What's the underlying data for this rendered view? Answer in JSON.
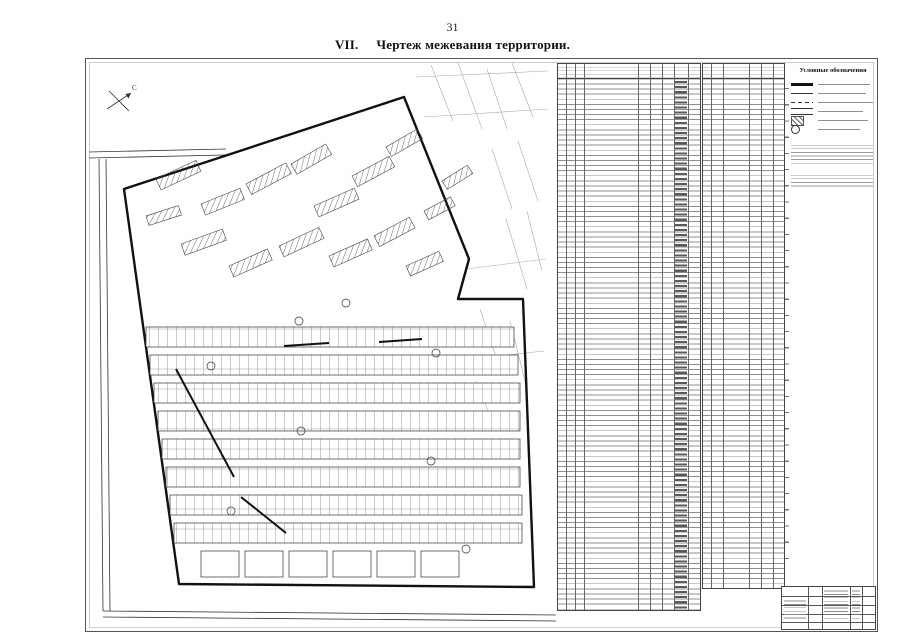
{
  "page": {
    "number": "31"
  },
  "heading": {
    "numeral": "VII.",
    "title": "Чертеж межевания территории."
  },
  "sheet": {
    "map": {
      "north_label": "С"
    },
    "legend": {
      "title": "Условные обозначения"
    }
  },
  "colors": {
    "ink": "#1a1a1a",
    "line_faint": "#9a9a9a",
    "paper": "#ffffff"
  }
}
